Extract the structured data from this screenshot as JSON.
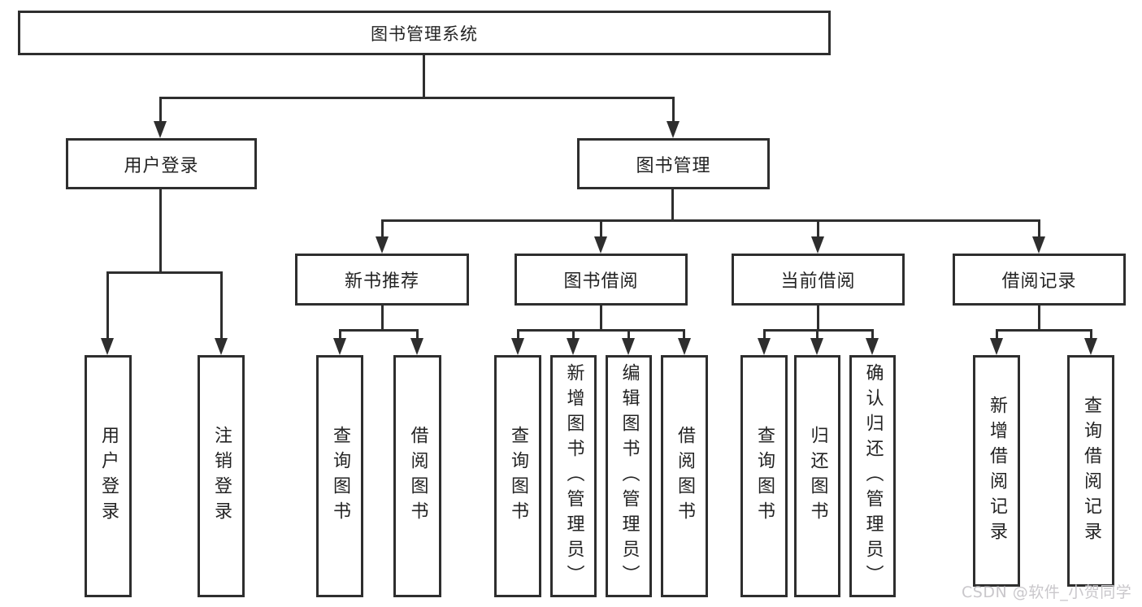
{
  "nodes": {
    "root": {
      "label": "图书管理系统"
    },
    "user_login": {
      "label": "用户登录"
    },
    "book_management": {
      "label": "图书管理"
    },
    "new_book_recommend": {
      "label": "新书推荐"
    },
    "book_borrowing": {
      "label": "图书借阅"
    },
    "current_borrowing": {
      "label": "当前借阅"
    },
    "borrowing_records": {
      "label": "借阅记录"
    },
    "user_login_leaf": {
      "label": "用户登录"
    },
    "logout_leaf": {
      "label": "注销登录"
    },
    "query_books_1": {
      "label": "查询图书"
    },
    "borrow_books_1": {
      "label": "借阅图书"
    },
    "query_books_2": {
      "label": "查询图书"
    },
    "add_books_admin": {
      "label": "新增图书（管理员）"
    },
    "edit_books_admin": {
      "label": "编辑图书（管理员）"
    },
    "borrow_books_2": {
      "label": "借阅图书"
    },
    "query_books_3": {
      "label": "查询图书"
    },
    "return_books": {
      "label": "归还图书"
    },
    "confirm_return_admin": {
      "label": "确认归还（管理员）"
    },
    "add_borrow_record": {
      "label": "新增借阅记录"
    },
    "query_borrow_record": {
      "label": "查询借阅记录"
    }
  },
  "watermark": {
    "text": "CSDN @软件_小贺同学"
  },
  "colors": {
    "line": "#2e2e2e",
    "text": "#232323",
    "background": "#ffffff",
    "watermark": "#c9c7cb"
  }
}
